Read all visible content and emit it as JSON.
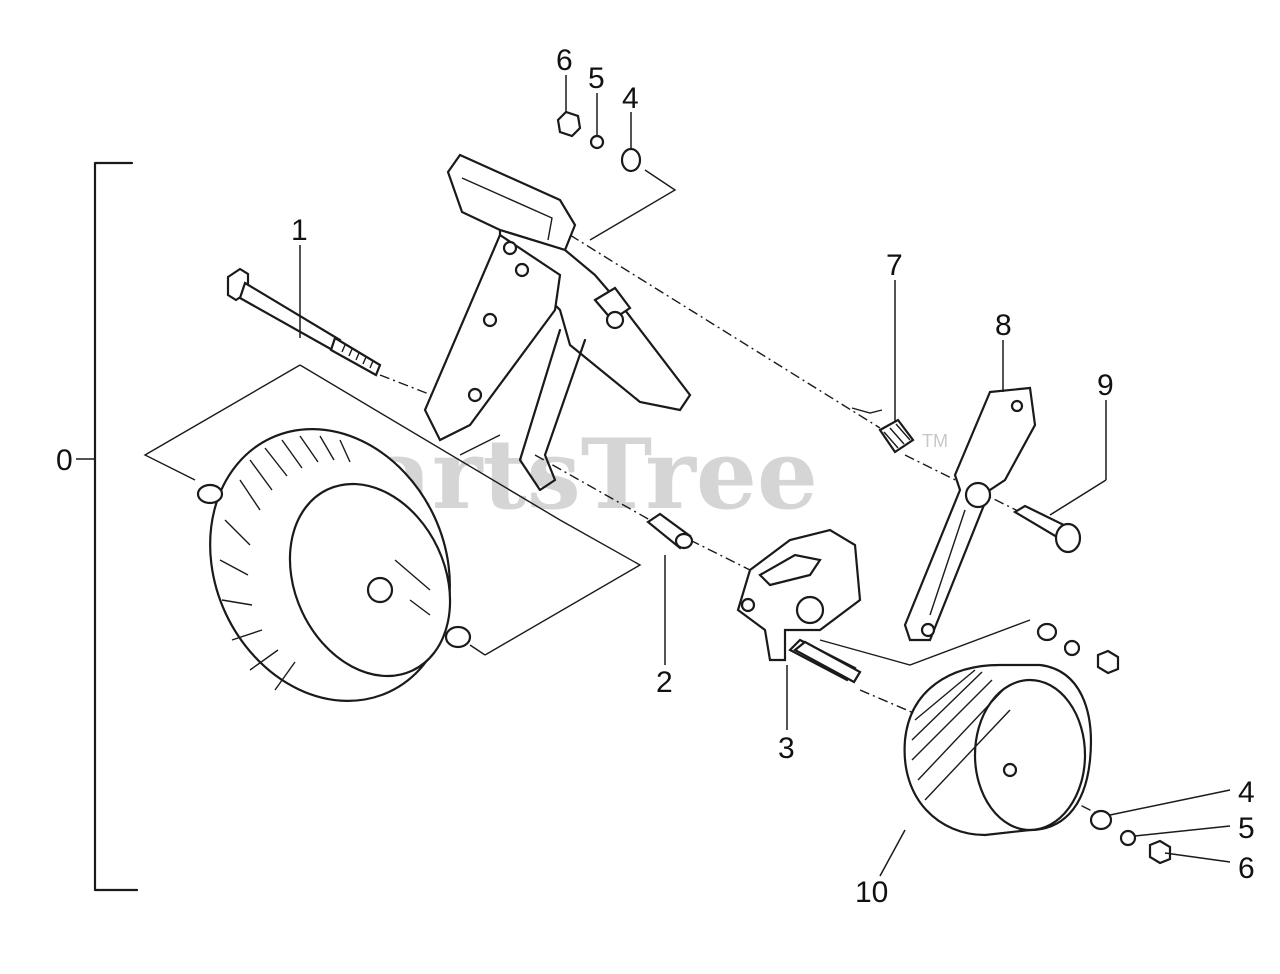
{
  "diagram": {
    "watermark": "PartsTree",
    "watermark_tm": "TM",
    "callouts": {
      "assembly": "0",
      "bolt": "1",
      "spacer": "2",
      "bracket_plate": "3",
      "washer_top": "4",
      "lockwasher_top": "5",
      "nut_top": "6",
      "spring": "7",
      "arm": "8",
      "pin": "9",
      "wheel_small": "10",
      "washer_right": "4",
      "lockwasher_right": "5",
      "nut_right": "6"
    }
  }
}
